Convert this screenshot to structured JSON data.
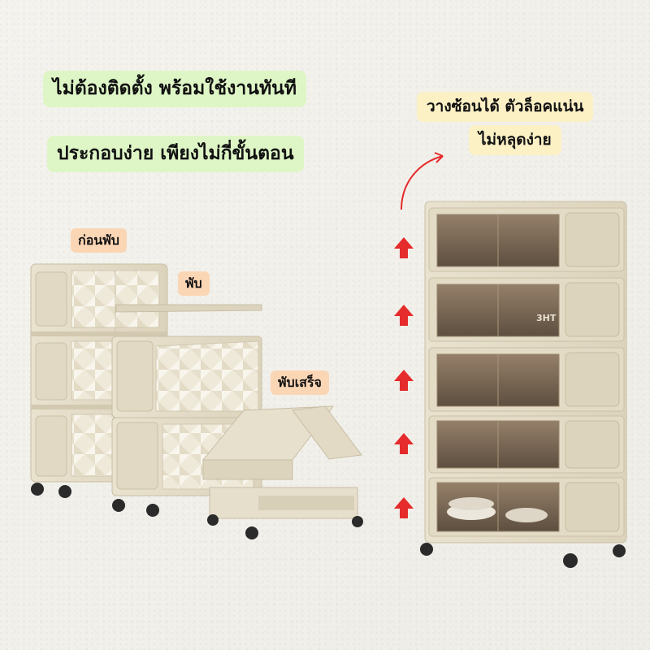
{
  "headline": {
    "line1": "ไม่ต้องติดตั้ง พร้อมใช้งานทันที",
    "line2": "ประกอบง่าย เพียงไม่กี่ขั้นตอน"
  },
  "stack_caption": {
    "line1": "วางซ้อนได้ ตัวล็อคแน่น",
    "line2": "ไม่หลุดง่าย"
  },
  "steps": {
    "before": "ก่อนพับ",
    "fold": "พับ",
    "done": "พับเสร็จ"
  },
  "product_label": "3HT",
  "colors": {
    "body": "#ece5d3",
    "panel": "#e4dcc6",
    "glass": "#6e5a46",
    "arrow": "#e52b2b",
    "green_tag": "#def6c6",
    "yellow_tag": "#fcf0c5",
    "peach_tag": "#fbd6b5"
  },
  "icons": [
    "up-arrow-icon",
    "curved-arrow-icon"
  ]
}
